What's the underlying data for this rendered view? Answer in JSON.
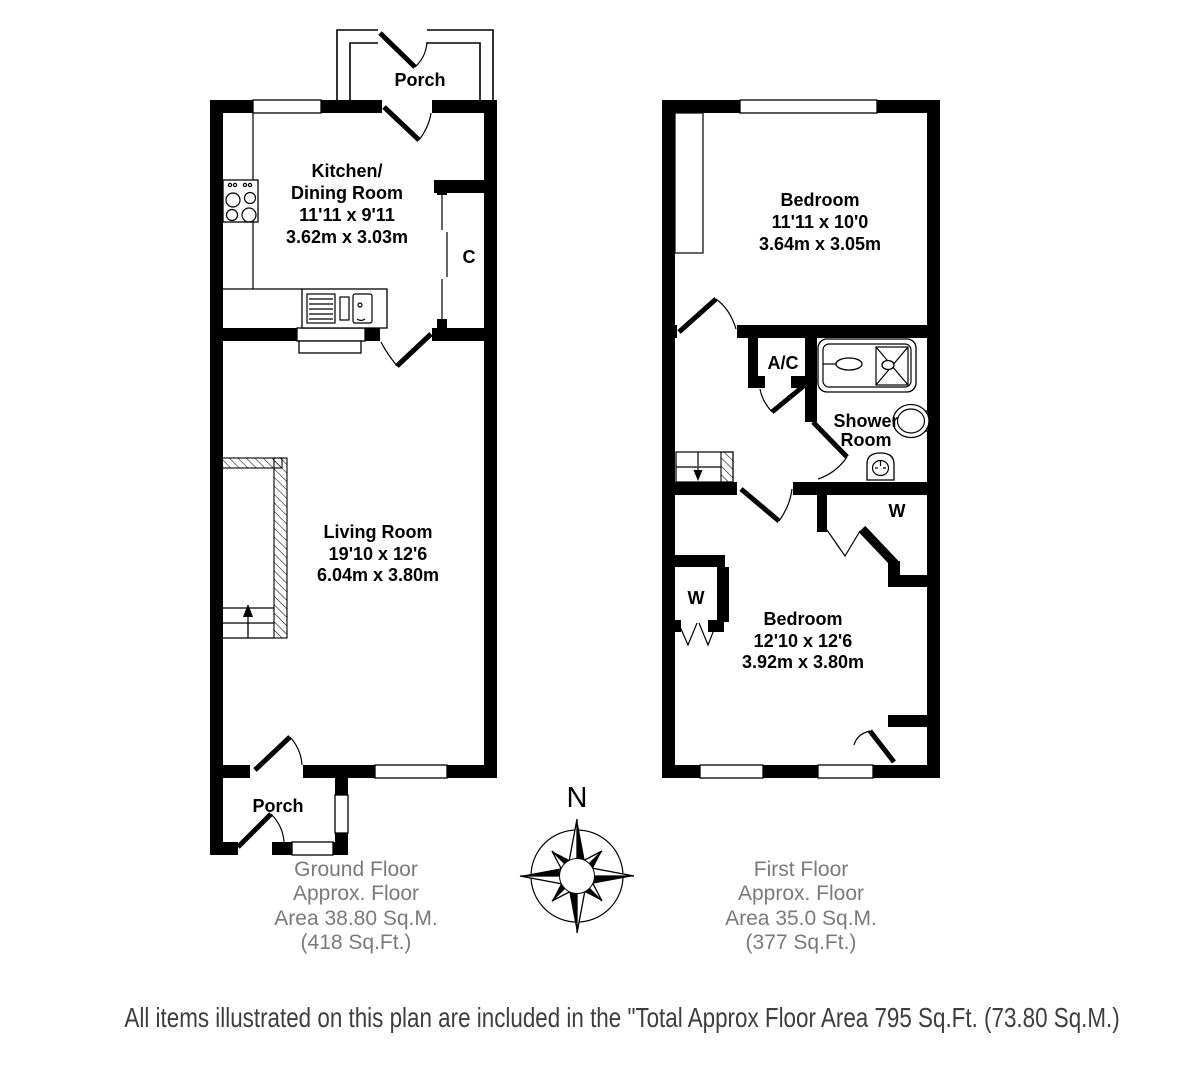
{
  "colors": {
    "wall": "#000000",
    "caption_text": "#7a7a7a",
    "footer_text": "#3e3e3e",
    "background": "#ffffff"
  },
  "ground_floor": {
    "porch_top_label": "Porch",
    "kitchen_dining": {
      "line1": "Kitchen/",
      "line2": "Dining Room",
      "dims_imperial": "11'11 x 9'11",
      "dims_metric": "3.62m x 3.03m"
    },
    "cupboard_label": "C",
    "living_room": {
      "name": "Living Room",
      "dims_imperial": "19'10 x 12'6",
      "dims_metric": "6.04m x 3.80m"
    },
    "porch_bottom_label": "Porch",
    "caption": {
      "line1": "Ground Floor",
      "line2": "Approx. Floor",
      "line3": "Area 38.80 Sq.M.",
      "line4": "(418 Sq.Ft.)"
    }
  },
  "first_floor": {
    "bedroom_1": {
      "name": "Bedroom",
      "dims_imperial": "11'11 x 10'0",
      "dims_metric": "3.64m x 3.05m"
    },
    "airing_cupboard_label": "A/C",
    "shower_room": {
      "line1": "Shower",
      "line2": "Room"
    },
    "wardrobe_right_label": "W",
    "wardrobe_left_label": "W",
    "bedroom_2": {
      "name": "Bedroom",
      "dims_imperial": "12'10 x 12'6",
      "dims_metric": "3.92m x 3.80m"
    },
    "caption": {
      "line1": "First Floor",
      "line2": "Approx. Floor",
      "line3": "Area 35.0 Sq.M.",
      "line4": "(377 Sq.Ft.)"
    }
  },
  "compass": {
    "north_label": "N"
  },
  "footer": {
    "note": "All items illustrated on this plan are included in the \"Total Approx Floor Area 795 Sq.Ft. (73.80 Sq.M.)"
  }
}
